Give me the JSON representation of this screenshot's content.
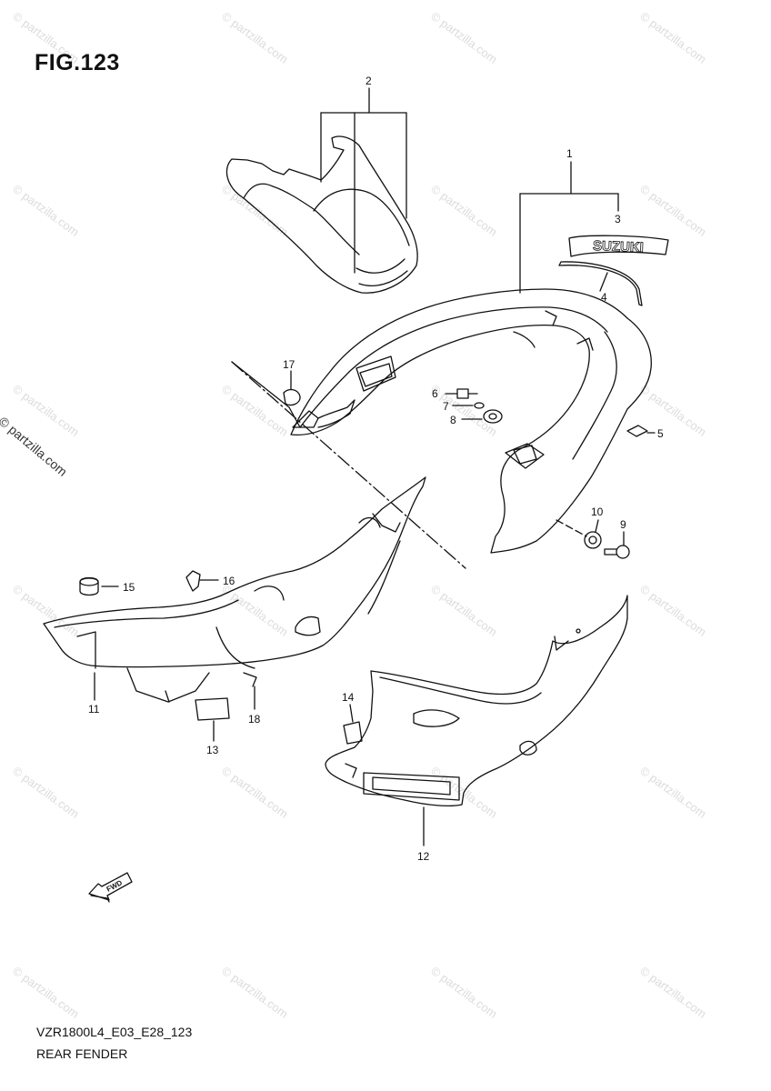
{
  "figure": {
    "title": "FIG.123",
    "code": "VZR1800L4_E03_E28_123",
    "name": "REAR FENDER"
  },
  "watermark": "© partzilla.com",
  "side_watermark": "© partzilla.com",
  "badge_text": "SUZUKI",
  "fwd_text": "FWD",
  "callouts": {
    "c1": "1",
    "c2": "2",
    "c3": "3",
    "c4": "4",
    "c5": "5",
    "c6": "6",
    "c7": "7",
    "c8": "8",
    "c9": "9",
    "c10": "10",
    "c11": "11",
    "c12": "12",
    "c13": "13",
    "c14": "14",
    "c15": "15",
    "c16": "16",
    "c17": "17",
    "c18": "18"
  }
}
